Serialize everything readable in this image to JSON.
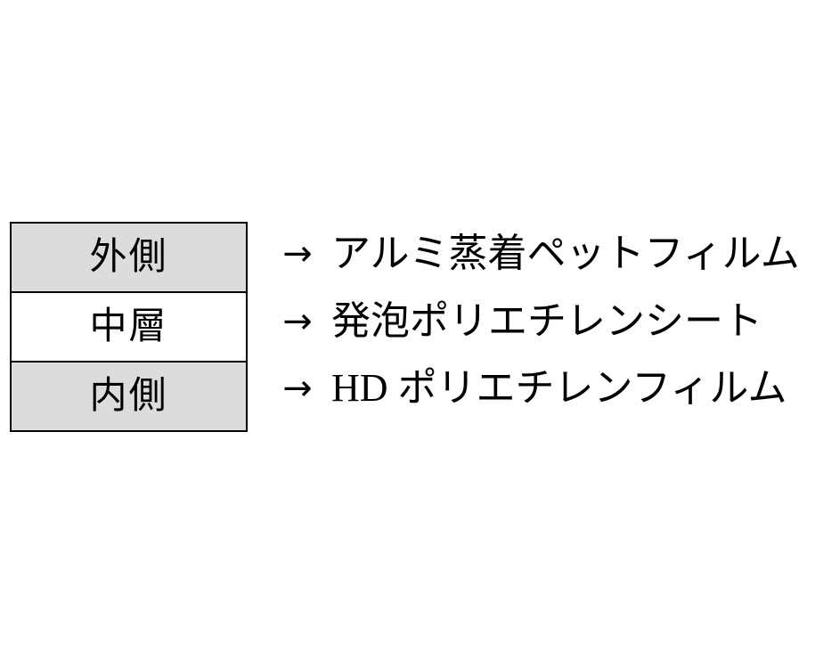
{
  "figure": {
    "type": "layer-structure-diagram",
    "background": "#ffffff",
    "colors": {
      "shaded_fill": "#dcdcdc",
      "plain_fill": "#ffffff",
      "border": "#000000",
      "text": "#000000"
    },
    "arrow_icon": "→",
    "layers": [
      {
        "label": "外側",
        "material": "アルミ蒸着ペットフィルム",
        "shaded": true
      },
      {
        "label": "中層",
        "material": "発泡ポリエチレンシート",
        "shaded": false
      },
      {
        "label": "内側",
        "material": "HD ポリエチレンフィルム",
        "shaded": true
      }
    ]
  }
}
